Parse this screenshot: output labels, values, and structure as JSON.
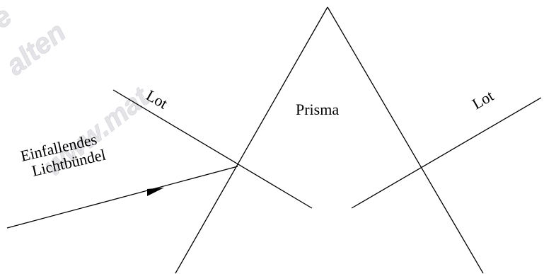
{
  "watermark": {
    "line1": "e",
    "line2": "alten",
    "line3": "www.mat",
    "color": "#e4e4e8"
  },
  "labels": {
    "lot_left": "Lot",
    "prism": "Prisma",
    "lot_right": "Lot",
    "incident_line1": "Einfallendes",
    "incident_line2": "Lichtbündel"
  },
  "colors": {
    "line": "#000000",
    "background": "#ffffff"
  }
}
